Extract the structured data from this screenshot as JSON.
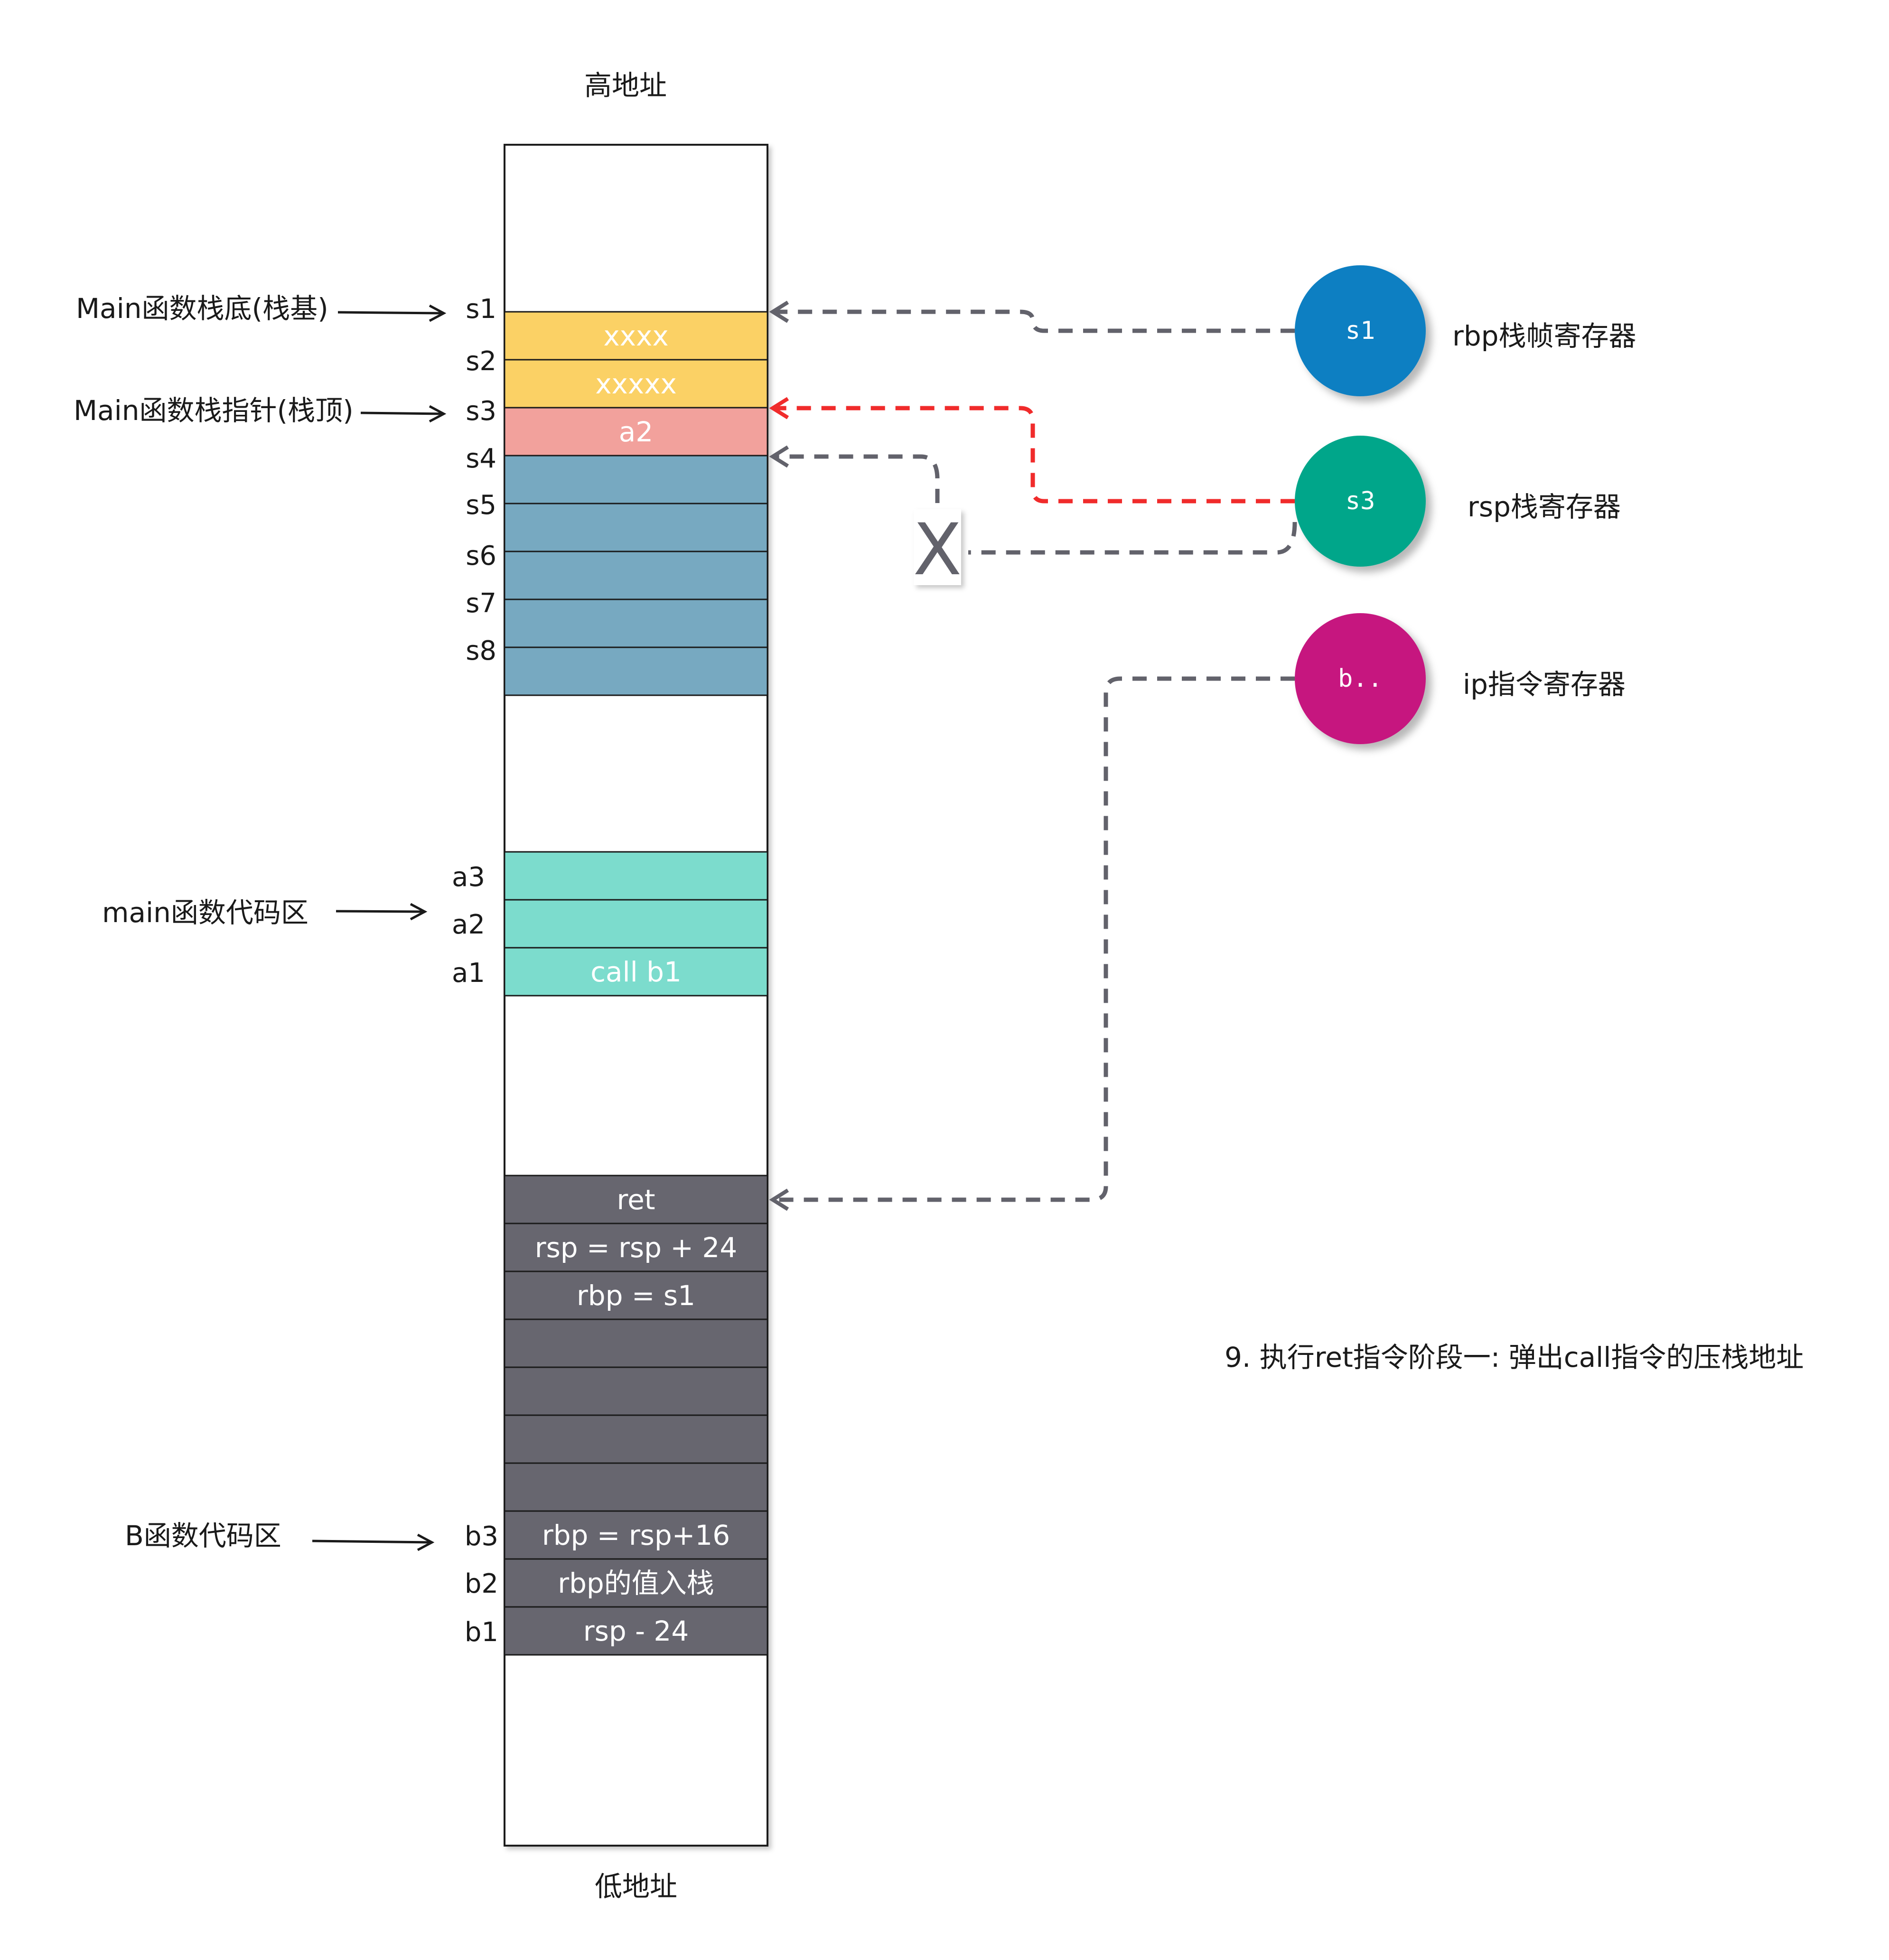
{
  "labels": {
    "high_addr": "高地址",
    "low_addr": "低地址",
    "main_stack_base": "Main函数栈底(栈基)",
    "main_stack_ptr": "Main函数栈指针(栈顶)",
    "main_code": "main函数代码区",
    "b_code": "B函数代码区",
    "step_caption": "9. 执行ret指令阶段一: 弹出call指令的压栈地址",
    "crossed_mark": "X"
  },
  "addresses": {
    "s1": "s1",
    "s2": "s2",
    "s3": "s3",
    "s4": "s4",
    "s5": "s5",
    "s6": "s6",
    "s7": "s7",
    "s8": "s8",
    "a3": "a3",
    "a2": "a2",
    "a1": "a1",
    "b3": "b3",
    "b2": "b2",
    "b1": "b1"
  },
  "cells": {
    "s1_cell": "xxxx",
    "s2_cell": "xxxxx",
    "s3_cell": "a2",
    "a1_cell": "call  b1",
    "ret": "ret",
    "rsp_add": "rsp = rsp + 24",
    "rbp_set": "rbp = s1",
    "b3_cell": "rbp = rsp+16",
    "b2_cell": "rbp的值入栈",
    "b1_cell": "rsp - 24"
  },
  "registers": {
    "rbp": {
      "value": "s1",
      "label": "rbp栈帧寄存器",
      "color": "#0a7fc2"
    },
    "rsp": {
      "value": "s3",
      "label": "rsp栈寄存器",
      "color": "#00a68a"
    },
    "ip": {
      "value": "b..",
      "label": "ip指令寄存器",
      "color": "#c6187f"
    }
  },
  "colors": {
    "yellow": "#fbd165",
    "pink": "#f2a19c",
    "stack_blue": "#77a9c1",
    "code_teal": "#7cdccd",
    "b_code_gray": "#67666f",
    "active_arrow": "#f02b2b",
    "arrow_gray": "#62626b"
  }
}
